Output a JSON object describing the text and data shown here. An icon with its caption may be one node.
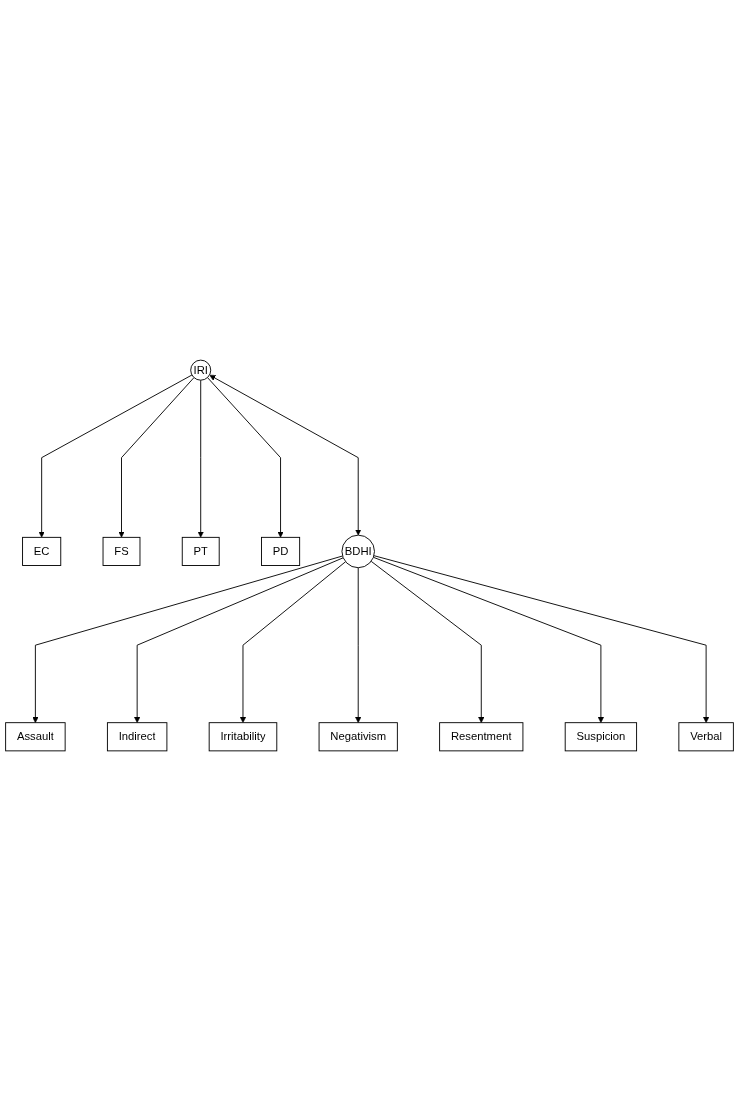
{
  "diagram": {
    "nodes": [
      {
        "text": [
          "EC"
        ]
      },
      {
        "text": [
          "FS"
        ]
      },
      {
        "text": [
          "PT"
        ]
      },
      {
        "text": [
          "PD"
        ]
      },
      {
        "text": [
          "IRI"
        ]
      },
      {
        "text": [
          "Assault"
        ]
      },
      {
        "text": [
          "Indirect"
        ]
      },
      {
        "text": [
          "Irritability"
        ]
      },
      {
        "text": [
          "Negativism"
        ]
      },
      {
        "text": [
          "Resentment"
        ]
      },
      {
        "text": [
          "Suspicion"
        ]
      },
      {
        "text": [
          "Verbal"
        ]
      },
      {
        "text": [
          "BDHI"
        ]
      }
    ],
    "edges": [
      {
        "from": 4,
        "to": 0,
        "arrow": "to"
      },
      {
        "from": 4,
        "to": 1,
        "arrow": "to"
      },
      {
        "from": 4,
        "to": 2,
        "arrow": "to"
      },
      {
        "from": 4,
        "to": 3,
        "arrow": "to"
      },
      {
        "from": 4,
        "to": 12,
        "arrow": "both"
      },
      {
        "from": 12,
        "to": 5,
        "arrow": "to"
      },
      {
        "from": 12,
        "to": 6,
        "arrow": "to"
      },
      {
        "from": 12,
        "to": 7,
        "arrow": "to"
      },
      {
        "from": 12,
        "to": 8,
        "arrow": "to"
      },
      {
        "from": 12,
        "to": 9,
        "arrow": "to"
      },
      {
        "from": 12,
        "to": 10,
        "arrow": "to"
      },
      {
        "from": 12,
        "to": 11,
        "arrow": "to"
      }
    ]
  }
}
